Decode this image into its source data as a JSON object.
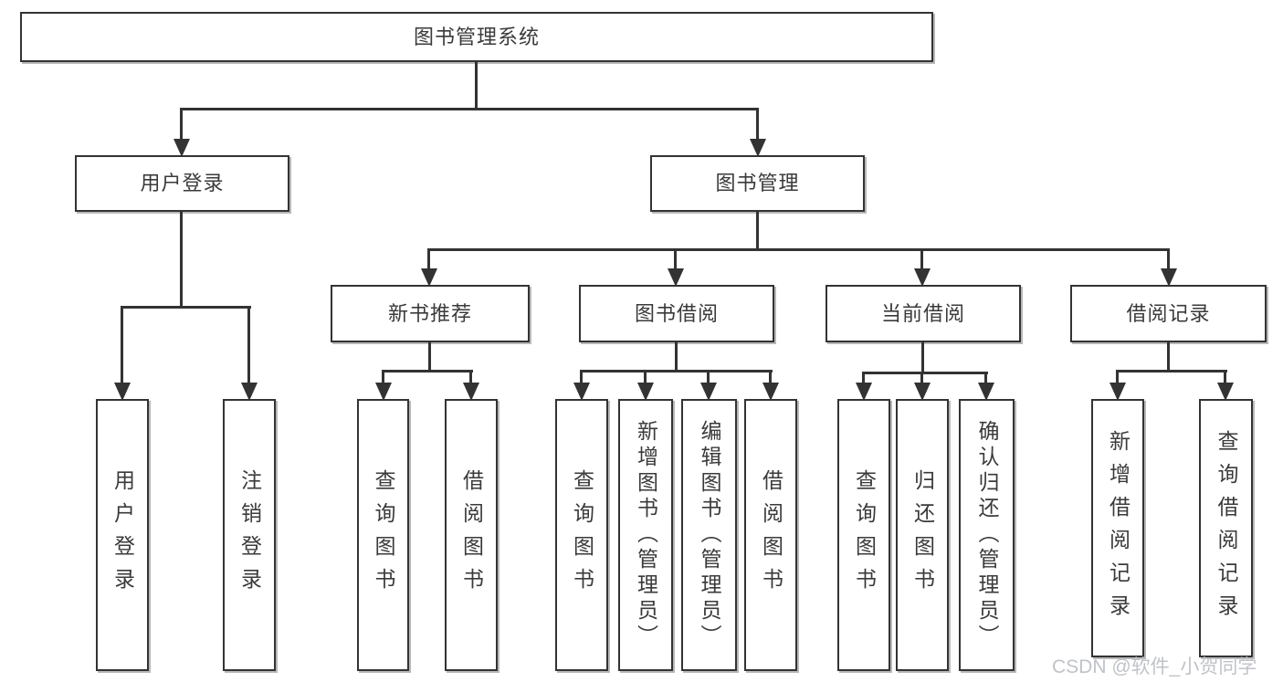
{
  "colors": {
    "line": "#333333",
    "text": "#3a3a3a",
    "box_bg": "#ffffff",
    "watermark": "#bfc3c8"
  },
  "nodes": {
    "root": {
      "label": "图书管理系统"
    },
    "level2": [
      {
        "label": "用户登录"
      },
      {
        "label": "图书管理"
      }
    ],
    "level3": [
      {
        "label": "新书推荐",
        "parent": "图书管理"
      },
      {
        "label": "图书借阅",
        "parent": "图书管理"
      },
      {
        "label": "当前借阅",
        "parent": "图书管理"
      },
      {
        "label": "借阅记录",
        "parent": "图书管理"
      }
    ],
    "leaves": [
      {
        "label": "用户登录",
        "parent": "用户登录"
      },
      {
        "label": "注销登录",
        "parent": "用户登录"
      },
      {
        "label": "查询图书",
        "parent": "新书推荐"
      },
      {
        "label": "借阅图书",
        "parent": "新书推荐"
      },
      {
        "label": "查询图书",
        "parent": "图书借阅"
      },
      {
        "label": "新增图书（管理员）",
        "parent": "图书借阅"
      },
      {
        "label": "编辑图书（管理员）",
        "parent": "图书借阅"
      },
      {
        "label": "借阅图书",
        "parent": "图书借阅"
      },
      {
        "label": "查询图书",
        "parent": "当前借阅"
      },
      {
        "label": "归还图书",
        "parent": "当前借阅"
      },
      {
        "label": "确认归还（管理员）",
        "parent": "当前借阅"
      },
      {
        "label": "新增借阅记录",
        "parent": "借阅记录"
      },
      {
        "label": "查询借阅记录",
        "parent": "借阅记录"
      }
    ]
  },
  "watermark": "CSDN @软件_小贺同学"
}
